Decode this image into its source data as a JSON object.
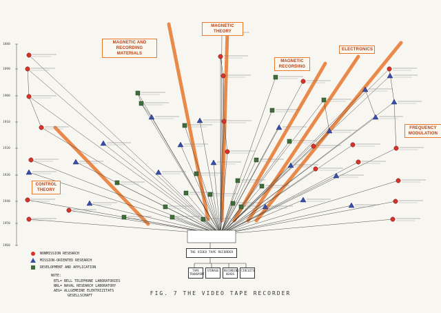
{
  "labels": {
    "magnetic_theory": "MAGNETIC THEORY",
    "magnetic_materials": "MAGNETIC AND RECORDING MATERIALS",
    "magnetic_recording": "MAGNETIC RECORDING",
    "electronics": "ELECTRONICS",
    "frequency_modulation": "FREQUENCY MODULATION",
    "control_theory": "CONTROL THEORY"
  },
  "years": [
    "1880",
    "1890",
    "1900",
    "1910",
    "1920",
    "1930",
    "1940",
    "1950",
    "1960"
  ],
  "center": {
    "title": "THE VIDEO TAPE RECORDER",
    "components": [
      "TAPE TRANSPORT",
      "STORAGE",
      "RECORDING HEADS",
      "CIRCUITS"
    ]
  },
  "legend": {
    "nonmission": "NONMISSION RESEARCH",
    "mission": "MISSION-ORIENTED RESEARCH",
    "development": "DEVELOPMENT AND APPLICATION",
    "note_title": "NOTE:",
    "note_lines": [
      "BTL= BELL TELEPHONE LABORATORIES",
      "NRL= NAVAL RESEARCH LABORATORY",
      "AEG= ALLGEMEINE ELEKTRIZITATS",
      "GESELLSCHAFT"
    ]
  },
  "caption": "FIG. 7  THE VIDEO TAPE RECORDER",
  "colors": {
    "nonmission": "#d8322a",
    "mission": "#3a4fa8",
    "development": "#3f6e3b",
    "accent": "#e8782e"
  }
}
